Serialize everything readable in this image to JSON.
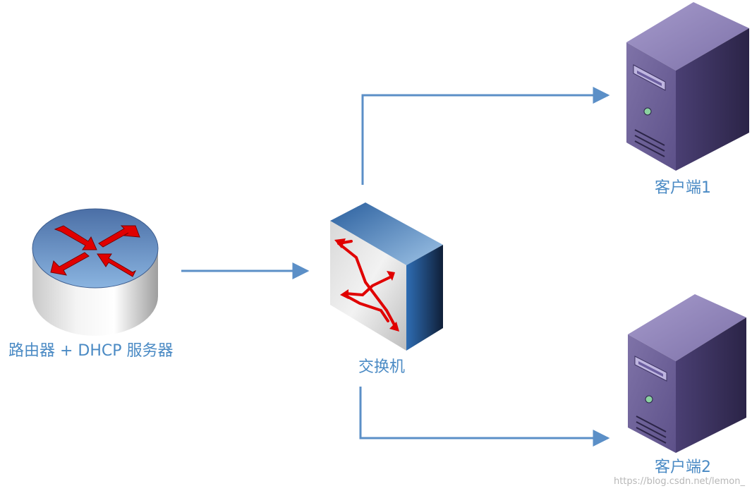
{
  "nodes": {
    "router": {
      "label": "路由器 + DHCP 服务器",
      "icon": "router-icon"
    },
    "switch": {
      "label": "交换机",
      "icon": "switch-icon"
    },
    "client1": {
      "label": "客户端1",
      "icon": "server-tower-icon"
    },
    "client2": {
      "label": "客户端2",
      "icon": "server-tower-icon"
    }
  },
  "edges": [
    {
      "from": "router",
      "to": "switch"
    },
    {
      "from": "switch",
      "to": "client1"
    },
    {
      "from": "switch",
      "to": "client2"
    }
  ],
  "watermark": "https://blog.csdn.net/lemon_",
  "colors": {
    "label": "#4a8ac4",
    "connector": "#5b8fc7",
    "arrow_red": "#e00000",
    "server_body": "#4c4176",
    "switch_side": "#3572b5"
  }
}
